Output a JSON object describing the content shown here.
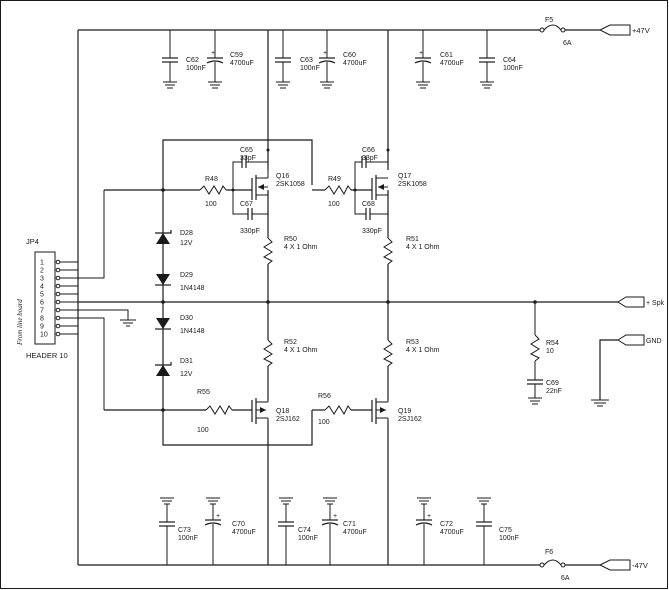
{
  "rails": {
    "pos_label": "+47V",
    "neg_label": "-47V",
    "spk_label": "+ Spk",
    "gnd_label": "GND"
  },
  "fuses": [
    {
      "name": "F5",
      "value": "6A"
    },
    {
      "name": "F6",
      "value": "6A"
    }
  ],
  "header": {
    "ref": "JP4",
    "caption": "HEADER 10",
    "side_label": "From line board",
    "pins": [
      "1",
      "2",
      "3",
      "4",
      "5",
      "6",
      "7",
      "8",
      "9",
      "10"
    ]
  },
  "capacitors": [
    {
      "name": "C62",
      "value": "100nF"
    },
    {
      "name": "C59",
      "value": "4700uF"
    },
    {
      "name": "C63",
      "value": "100nF"
    },
    {
      "name": "C60",
      "value": "4700uF"
    },
    {
      "name": "C61",
      "value": "4700uF"
    },
    {
      "name": "C64",
      "value": "100nF"
    },
    {
      "name": "C65",
      "value": "33pF"
    },
    {
      "name": "C66",
      "value": "33pF"
    },
    {
      "name": "C67",
      "value": "330pF"
    },
    {
      "name": "C68",
      "value": "330pF"
    },
    {
      "name": "C69",
      "value": "22nF"
    },
    {
      "name": "C73",
      "value": "100nF"
    },
    {
      "name": "C70",
      "value": "4700uF"
    },
    {
      "name": "C74",
      "value": "100nF"
    },
    {
      "name": "C71",
      "value": "4700uF"
    },
    {
      "name": "C72",
      "value": "4700uF"
    },
    {
      "name": "C75",
      "value": "100nF"
    }
  ],
  "resistors": [
    {
      "name": "R48",
      "value": "100"
    },
    {
      "name": "R49",
      "value": "100"
    },
    {
      "name": "R50",
      "value": "4 X 1 Ohm"
    },
    {
      "name": "R51",
      "value": "4 X 1 Ohm"
    },
    {
      "name": "R52",
      "value": "4 X 1 Ohm"
    },
    {
      "name": "R53",
      "value": "4 X 1 Ohm"
    },
    {
      "name": "R54",
      "value": "10"
    },
    {
      "name": "R55",
      "value": "100"
    },
    {
      "name": "R56",
      "value": "100"
    }
  ],
  "diodes": [
    {
      "name": "D28",
      "value": "12V"
    },
    {
      "name": "D29",
      "value": "1N4148"
    },
    {
      "name": "D30",
      "value": "1N4148"
    },
    {
      "name": "D31",
      "value": "12V"
    }
  ],
  "transistors": [
    {
      "name": "Q16",
      "value": "2SK1058"
    },
    {
      "name": "Q17",
      "value": "2SK1058"
    },
    {
      "name": "Q18",
      "value": "2SJ162"
    },
    {
      "name": "Q19",
      "value": "2SJ162"
    }
  ],
  "cap_polarity_mark": "+"
}
